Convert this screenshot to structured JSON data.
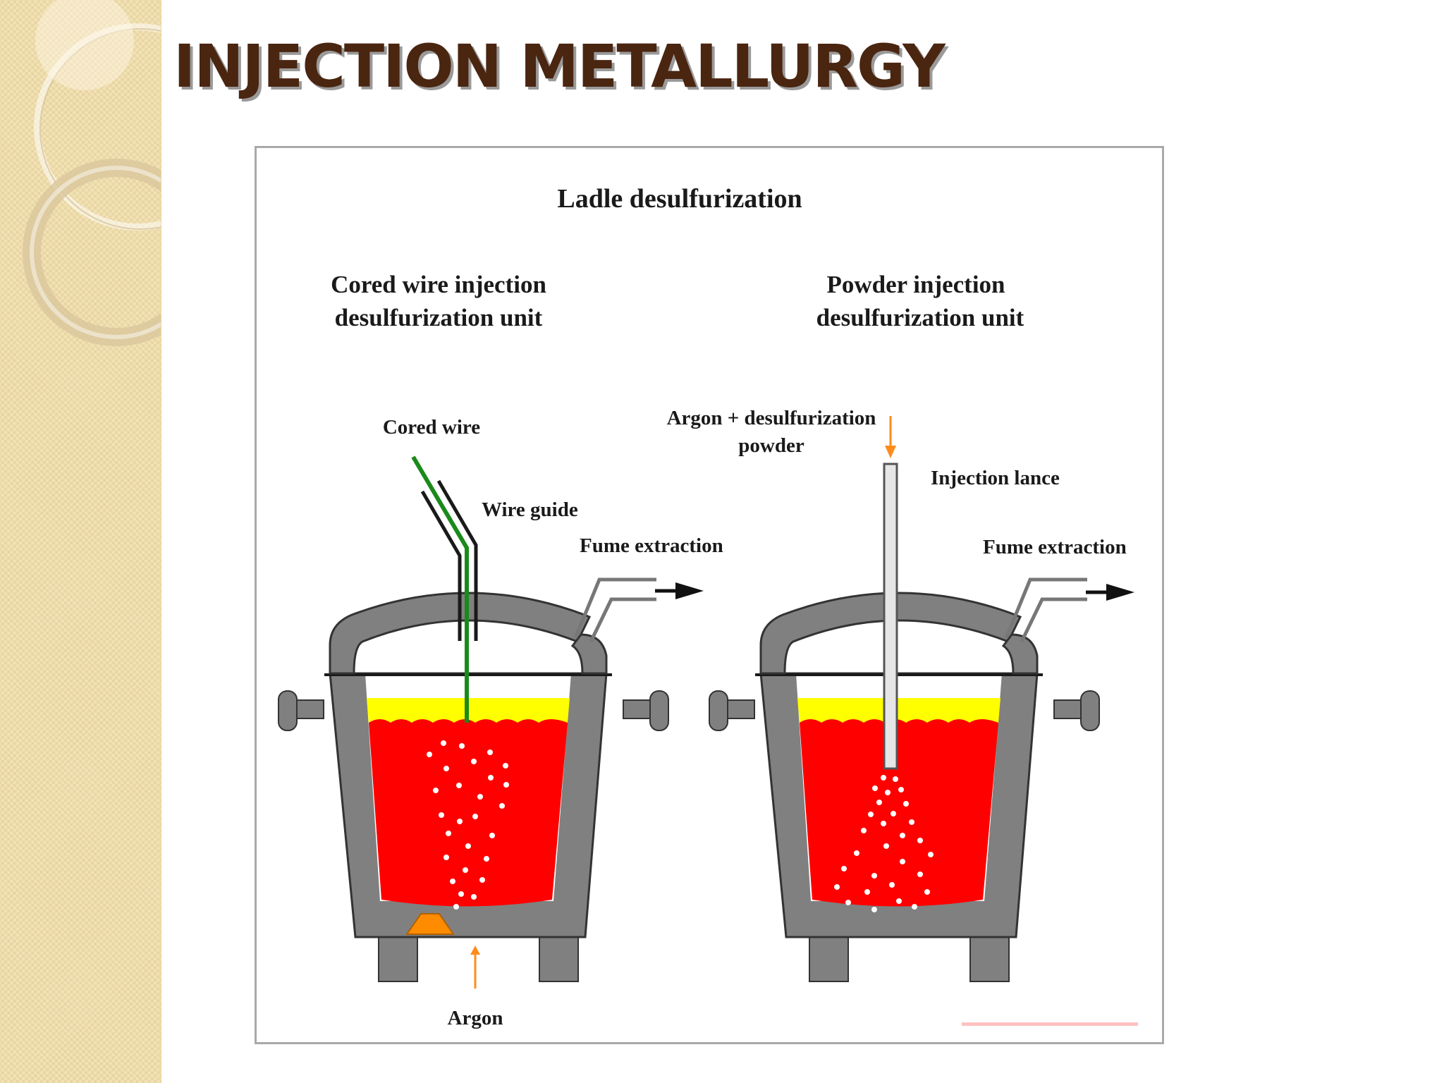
{
  "slide": {
    "title": "INJECTION METALLURGY"
  },
  "figure": {
    "title": "Ladle desulfurization",
    "left_unit": {
      "heading_line1": "Cored wire injection",
      "heading_line2": "desulfurization unit",
      "cored_wire_label": "Cored wire",
      "wire_guide_label": "Wire guide",
      "fume_label": "Fume extraction",
      "argon_label": "Argon"
    },
    "right_unit": {
      "heading_line1": "Powder injection",
      "heading_line2": "desulfurization unit",
      "feed_label_line1": "Argon + desulfurization",
      "feed_label_line2": "powder",
      "lance_label": "Injection lance",
      "fume_label": "Fume extraction"
    },
    "colors": {
      "steel": "#ff0000",
      "slag": "#ffff00",
      "ladle_wall": "#7f7f7f",
      "cored_wire": "#1a8a1a",
      "argon_arrow": "#ff8c1a",
      "plug": "#ff8c00",
      "bubbles": "#ffffff"
    }
  }
}
